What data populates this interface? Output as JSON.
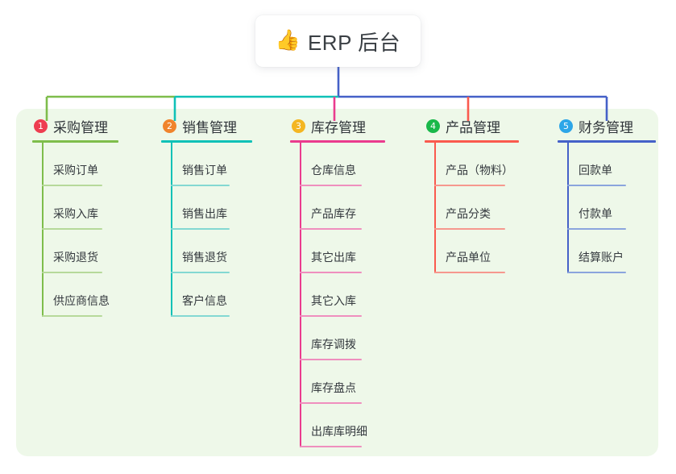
{
  "diagram": {
    "type": "mind-map",
    "root": {
      "icon": "thumbs-up-icon",
      "icon_glyph": "👍",
      "title": "ERP 后台"
    },
    "panel_color": "#eef8e9",
    "branches": [
      {
        "number": "1",
        "badge_color": "#ee3d50",
        "line_color": "#7ebd4b",
        "leaf_line_color": "#b6d99a",
        "title": "采购管理",
        "items": [
          "采购订单",
          "采购入库",
          "采购退货",
          "供应商信息"
        ]
      },
      {
        "number": "2",
        "badge_color": "#f0842c",
        "line_color": "#0fc1b7",
        "leaf_line_color": "#83d8d2",
        "title": "销售管理",
        "items": [
          "销售订单",
          "销售出库",
          "销售退货",
          "客户信息"
        ]
      },
      {
        "number": "3",
        "badge_color": "#f4b622",
        "line_color": "#ea3b8e",
        "leaf_line_color": "#ef8fbe",
        "title": "库存管理",
        "items": [
          "仓库信息",
          "产品库存",
          "其它出库",
          "其它入库",
          "库存调拨",
          "库存盘点",
          "出库库明细"
        ]
      },
      {
        "number": "4",
        "badge_color": "#19b84a",
        "line_color": "#fa5a4e",
        "leaf_line_color": "#f6988e",
        "title": "产品管理",
        "items": [
          "产品（物料）",
          "产品分类",
          "产品单位"
        ]
      },
      {
        "number": "5",
        "badge_color": "#2da6e8",
        "line_color": "#4561c8",
        "leaf_line_color": "#8ba5dd",
        "title": "财务管理",
        "items": [
          "回款单",
          "付款单",
          "结算账户"
        ]
      }
    ],
    "connectors": {
      "root_stem_color": "#4561c8",
      "bus_segments": [
        {
          "color": "#7ebd4b"
        },
        {
          "color": "#0fc1b7"
        },
        {
          "color": "#4561c8"
        }
      ]
    }
  }
}
